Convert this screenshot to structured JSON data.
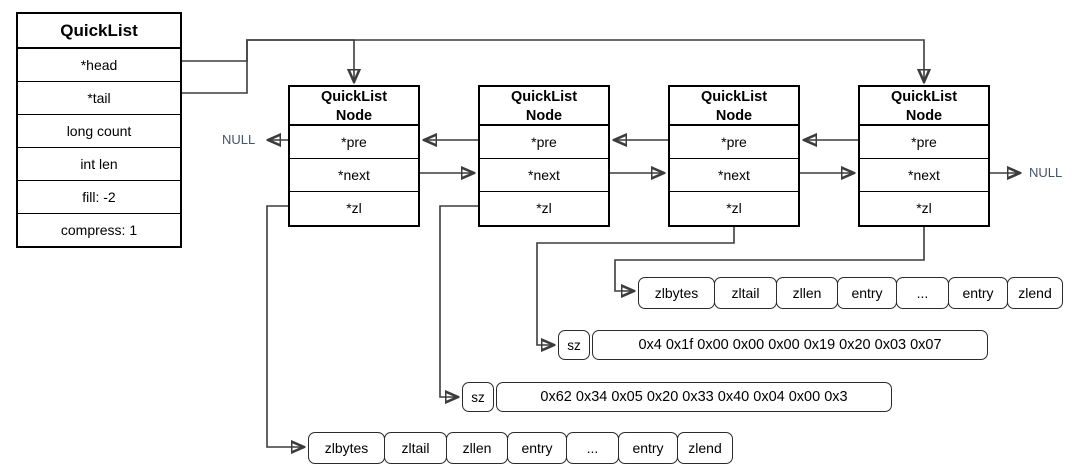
{
  "diagram": {
    "title": "Redis QuickList structure diagram",
    "accent_color": "#44546a",
    "line_color": "#3c3c3c"
  },
  "quicklist": {
    "title": "QuickList",
    "fields": [
      {
        "label": "*head"
      },
      {
        "label": "*tail"
      },
      {
        "label": "long count"
      },
      {
        "label": "int len"
      },
      {
        "label": "fill: -2"
      },
      {
        "label": "compress: 1"
      }
    ]
  },
  "nodes": [
    {
      "title_line1": "QuickList",
      "title_line2": "Node",
      "rows": [
        "*pre",
        "*next",
        "*zl"
      ]
    },
    {
      "title_line1": "QuickList",
      "title_line2": "Node",
      "rows": [
        "*pre",
        "*next",
        "*zl"
      ]
    },
    {
      "title_line1": "QuickList",
      "title_line2": "Node",
      "rows": [
        "*pre",
        "*next",
        "*zl"
      ]
    },
    {
      "title_line1": "QuickList",
      "title_line2": "Node",
      "rows": [
        "*pre",
        "*next",
        "*zl"
      ]
    }
  ],
  "null_labels": {
    "left": "NULL",
    "right": "NULL"
  },
  "ziplists": [
    {
      "id": "ziplist-top",
      "cells": [
        "zlbytes",
        "zltail",
        "zllen",
        "entry",
        "...",
        "entry",
        "zlend"
      ]
    },
    {
      "id": "ziplist-bottom",
      "cells": [
        "zlbytes",
        "zltail",
        "zllen",
        "entry",
        "...",
        "entry",
        "zlend"
      ]
    }
  ],
  "sz_rows": [
    {
      "id": "sz-row-upper",
      "tag": "sz",
      "bytes": "0x4 0x1f 0x00 0x00 0x00 0x19 0x20 0x03 0x07"
    },
    {
      "id": "sz-row-lower",
      "tag": "sz",
      "bytes": "0x62 0x34 0x05 0x20 0x33 0x40 0x04 0x00 0x3"
    }
  ]
}
